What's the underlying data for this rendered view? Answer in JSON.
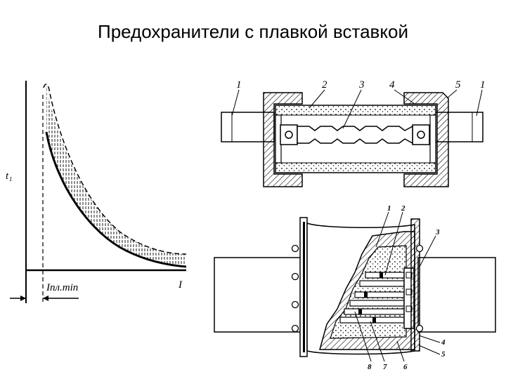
{
  "title": "Предохранители с плавкой вставкой",
  "graph": {
    "y_label": "t₁",
    "x_label": "I",
    "current_min_label": "Iпл.min"
  },
  "fuse_top": {
    "part_labels": [
      "1",
      "2",
      "3",
      "4",
      "5",
      "1"
    ]
  },
  "fuse_bottom": {
    "part_labels": [
      "1",
      "2",
      "3",
      "4",
      "5",
      "6",
      "7",
      "8"
    ]
  }
}
